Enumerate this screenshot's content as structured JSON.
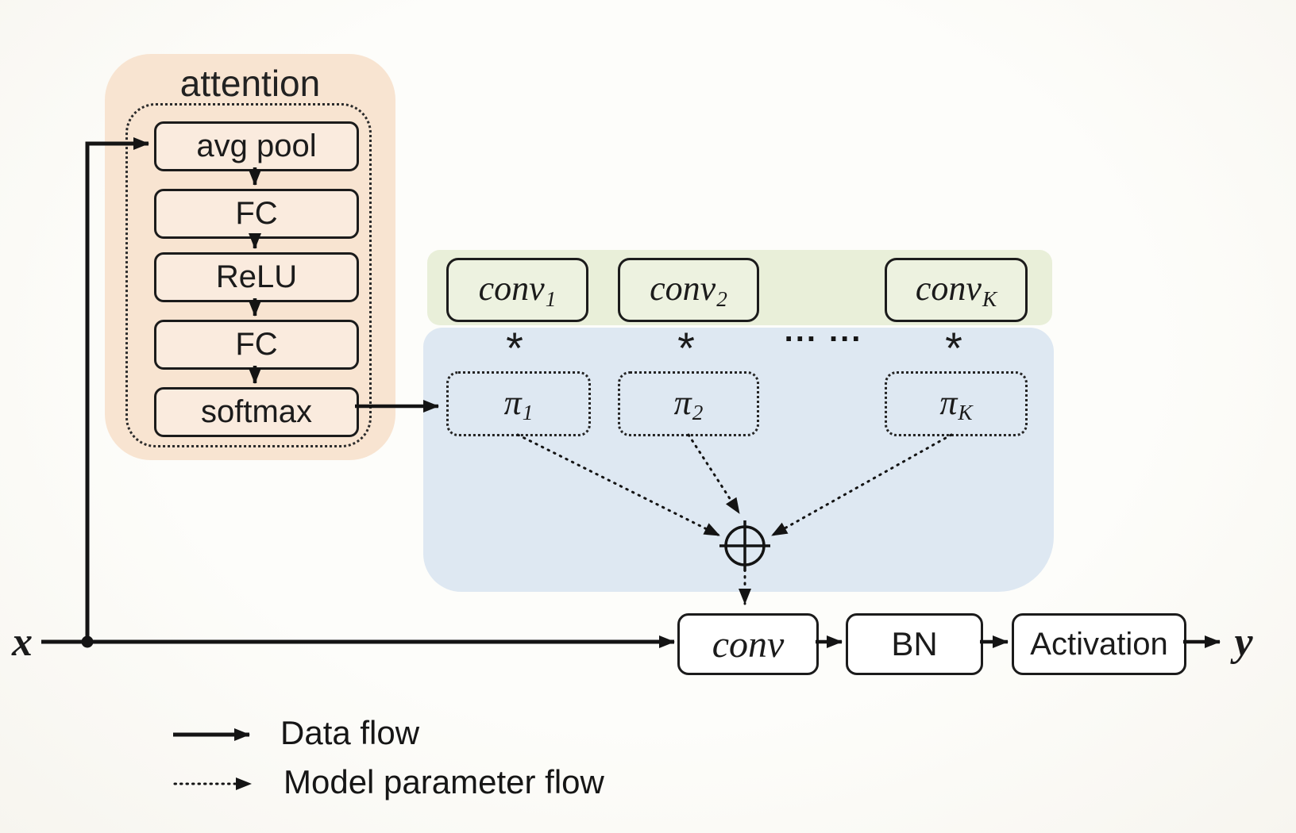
{
  "attention": {
    "title": "attention",
    "layers": [
      "avg pool",
      "FC",
      "ReLU",
      "FC",
      "softmax"
    ]
  },
  "kernels": [
    {
      "base": "conv",
      "sub": "1"
    },
    {
      "base": "conv",
      "sub": "2"
    },
    {
      "base": "conv",
      "sub": "K"
    }
  ],
  "weights": {
    "items": [
      {
        "base": "π",
        "sub": "1"
      },
      {
        "base": "π",
        "sub": "2"
      },
      {
        "base": "π",
        "sub": "K"
      }
    ],
    "symbols": {
      "multiply": "*",
      "ellipsis": "... ...",
      "aggregate": "⊕"
    }
  },
  "pipeline": {
    "input_label": "x",
    "stages": [
      {
        "label": "conv"
      },
      {
        "label": "BN"
      },
      {
        "label": "Activation"
      }
    ],
    "output_label": "y"
  },
  "legend": {
    "items": [
      {
        "style": "solid",
        "label": "Data flow"
      },
      {
        "style": "dotted",
        "label": "Model parameter flow"
      }
    ]
  },
  "colors": {
    "attention_panel": "#f8e4d1",
    "kernels_panel": "#e9efd9",
    "weights_panel": "#dee8f2",
    "line": "#141414",
    "box_fill": "#ffffff"
  }
}
